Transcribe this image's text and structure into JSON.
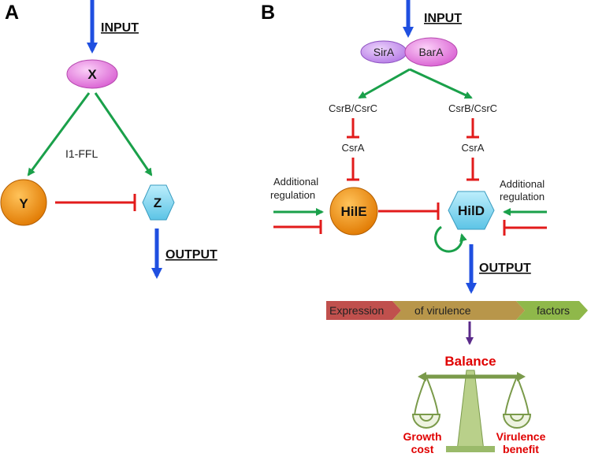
{
  "panels": {
    "a": "A",
    "b": "B"
  },
  "panelA": {
    "input": "INPUT",
    "x": "X",
    "y": "Y",
    "z": "Z",
    "motif": "I1-FFL",
    "output": "OUTPUT"
  },
  "panelB": {
    "input": "INPUT",
    "sira": "SirA",
    "bara": "BarA",
    "csrbc_left": "CsrB/CsrC",
    "csrbc_right": "CsrB/CsrC",
    "csra_left": "CsrA",
    "csra_right": "CsrA",
    "hile": "HilE",
    "hild": "HilD",
    "add_left_1": "Additional",
    "add_left_2": "regulation",
    "add_right_1": "Additional",
    "add_right_2": "regulation",
    "output": "OUTPUT",
    "expression": [
      "Expression",
      "of virulence",
      "factors"
    ],
    "balance": "Balance",
    "growth_1": "Growth",
    "growth_2": "cost",
    "virulence_1": "Virulence",
    "virulence_2": "benefit"
  },
  "colors": {
    "activation": "#1aa04a",
    "repression": "#e21b1b",
    "input_arrow": "#1f4fe0",
    "node_pink": "#e67fe0",
    "node_orange": "#f28a00",
    "node_blue": "#7fd6f0",
    "node_purple": "#c98af0",
    "band_red": "#c0504d",
    "band_tan": "#b8964a",
    "band_green": "#8fb84a",
    "balance_green": "#9aba6a",
    "balance_red": "#e00000"
  }
}
